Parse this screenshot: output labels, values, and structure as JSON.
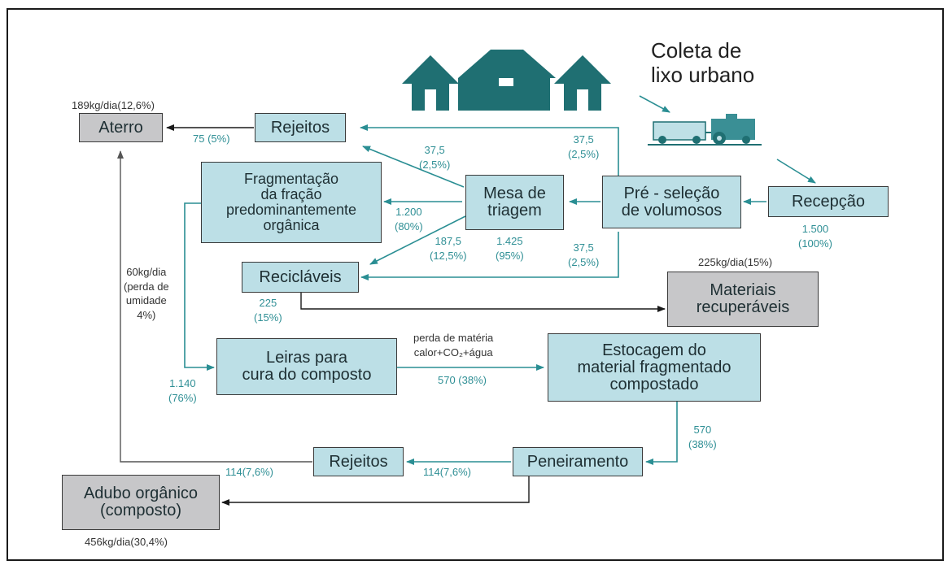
{
  "colors": {
    "teal": "#2a8e93",
    "box_teal": "#bcdfe6",
    "box_gray": "#c7c7c9",
    "dark": "#1a1a1a"
  },
  "title": "Coleta de\nlixo urbano",
  "icons": {
    "houses": "house-icon",
    "truck": "truck-icon"
  },
  "boxes": {
    "aterro": "Aterro",
    "rejeitos_top": "Rejeitos",
    "fragmentacao": "Fragmentação\nda fração\npredominantemente\norgânica",
    "mesa": "Mesa de\ntriagem",
    "pre_selecao": "Pré - seleção\nde volumosos",
    "recepcao": "Recepção",
    "reciclaveis": "Recicláveis",
    "materiais": "Materiais\nrecuperáveis",
    "leiras": "Leiras para\ncura do composto",
    "estocagem": "Estocagem do\nmaterial fragmentado\ncompostado",
    "peneiramento": "Peneiramento",
    "rejeitos_bottom": "Rejeitos",
    "adubo": "Adubo orgânico\n(composto)"
  },
  "labels": {
    "aterro_total": "189kg/dia(12,6%)",
    "rejeitos_to_aterro": "75 (5%)",
    "mesa_to_rejeitos": "37,5\n(2,5%)",
    "pre_to_rejeitos": "37,5\n(2,5%)",
    "mesa_to_frag": "1.200\n(80%)",
    "mesa_to_recic": "187,5\n(12,5%)",
    "mesa_in": "1.425\n(95%)",
    "pre_to_recic": "37,5\n(2,5%)",
    "recepcao_in": "1.500\n(100%)",
    "materiais_total": "225kg/dia(15%)",
    "umidade": "60kg/dia\n(perda de\numidade\n4%)",
    "recic_out": "225\n(15%)",
    "perda_materia": "perda de matéria\ncalor+CO₂+água",
    "leiras_to_estoc": "570 (38%)",
    "leiras_in": "1.140\n(76%)",
    "estoc_to_pen": "570\n(38%)",
    "pen_to_rej": "114(7,6%)",
    "rej_to_aterro": "114(7,6%)",
    "adubo_total": "456kg/dia(30,4%)"
  }
}
